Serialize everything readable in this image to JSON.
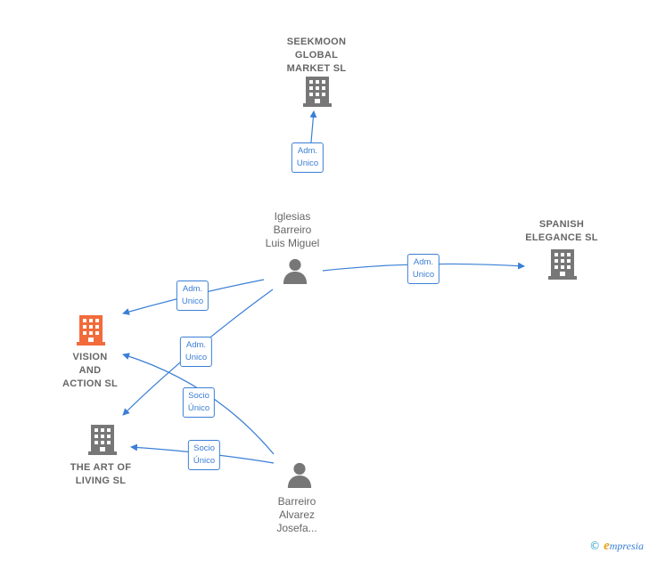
{
  "colors": {
    "edge": "#3a7fd5",
    "node_default": "#777777",
    "node_focus": "#f26b3a",
    "label": "#666666"
  },
  "nodes": [
    {
      "id": "seekmoon",
      "type": "company",
      "label": "SEEKMOON\nGLOBAL\nMARKET  SL",
      "highlight": false,
      "icon": "building-icon"
    },
    {
      "id": "spanish",
      "type": "company",
      "label": "SPANISH\nELEGANCE  SL",
      "highlight": false,
      "icon": "building-icon"
    },
    {
      "id": "vision",
      "type": "company",
      "label": "VISION\nAND\nACTION  SL",
      "highlight": true,
      "icon": "building-icon"
    },
    {
      "id": "artliving",
      "type": "company",
      "label": "THE ART OF\nLIVING SL",
      "highlight": false,
      "icon": "building-icon"
    },
    {
      "id": "iglesias",
      "type": "person",
      "label": "Iglesias\nBarreiro\nLuis Miguel",
      "icon": "person-icon"
    },
    {
      "id": "barreiro",
      "type": "person",
      "label": "Barreiro\nAlvarez\nJosefa...",
      "icon": "person-icon"
    }
  ],
  "edges": [
    {
      "from": "iglesias",
      "to": "seekmoon",
      "label": "Adm.\nUnico"
    },
    {
      "from": "iglesias",
      "to": "spanish",
      "label": "Adm.\nUnico"
    },
    {
      "from": "iglesias",
      "to": "vision",
      "label": "Adm.\nUnico"
    },
    {
      "from": "iglesias",
      "to": "artliving",
      "label": "Adm.\nUnico"
    },
    {
      "from": "barreiro",
      "to": "vision",
      "label": "Socio\nÚnico"
    },
    {
      "from": "barreiro",
      "to": "artliving",
      "label": "Socio\nÚnico"
    }
  ],
  "watermark": {
    "copyright": "©",
    "brand_initial": "e",
    "brand_rest": "mpresia"
  }
}
